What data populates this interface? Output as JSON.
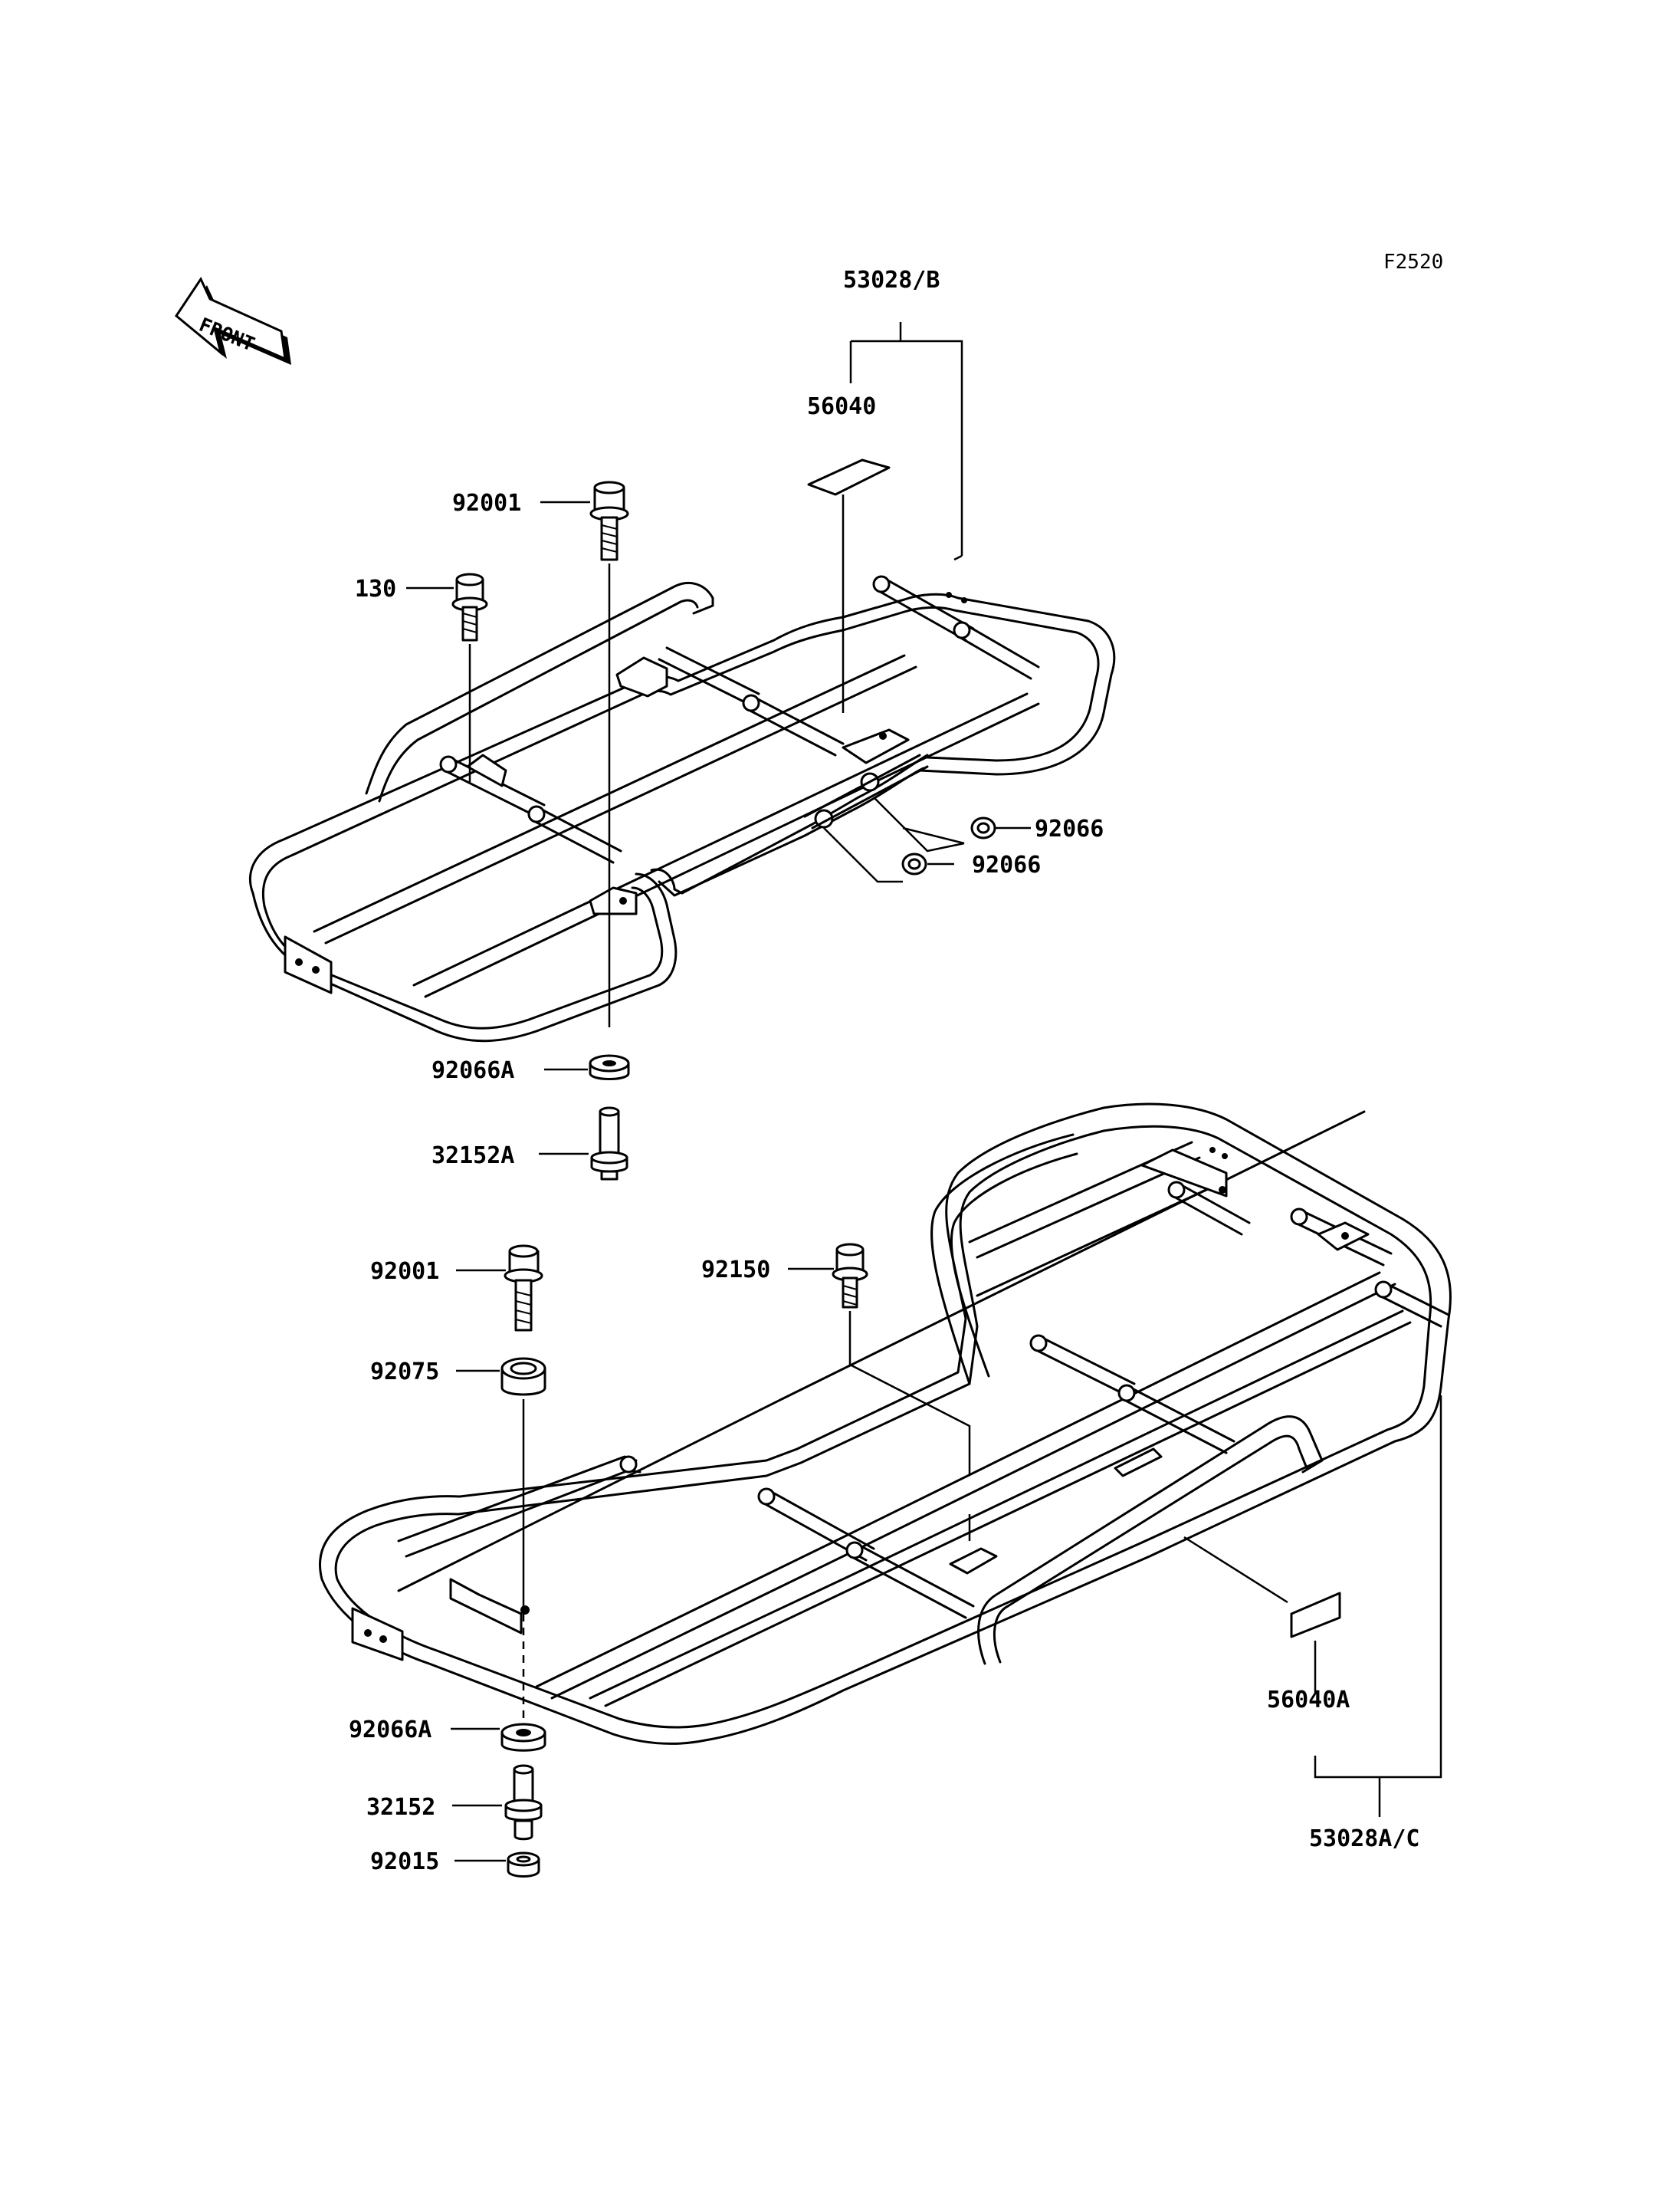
{
  "figure_code": "F2520",
  "front_arrow": {
    "text": "FRONT",
    "icon": "front-arrow-icon"
  },
  "labels": {
    "p53028B": "53028/B",
    "p56040": "56040",
    "p92001_top": "92001",
    "p130": "130",
    "p92066_a": "92066",
    "p92066_b": "92066",
    "p92066A_top": "92066A",
    "p32152A": "32152A",
    "p92001_bottom": "92001",
    "p92150": "92150",
    "p92075": "92075",
    "p92066A_bottom": "92066A",
    "p32152": "32152",
    "p92015": "92015",
    "p56040A": "56040A",
    "p53028AC": "53028A/C"
  }
}
